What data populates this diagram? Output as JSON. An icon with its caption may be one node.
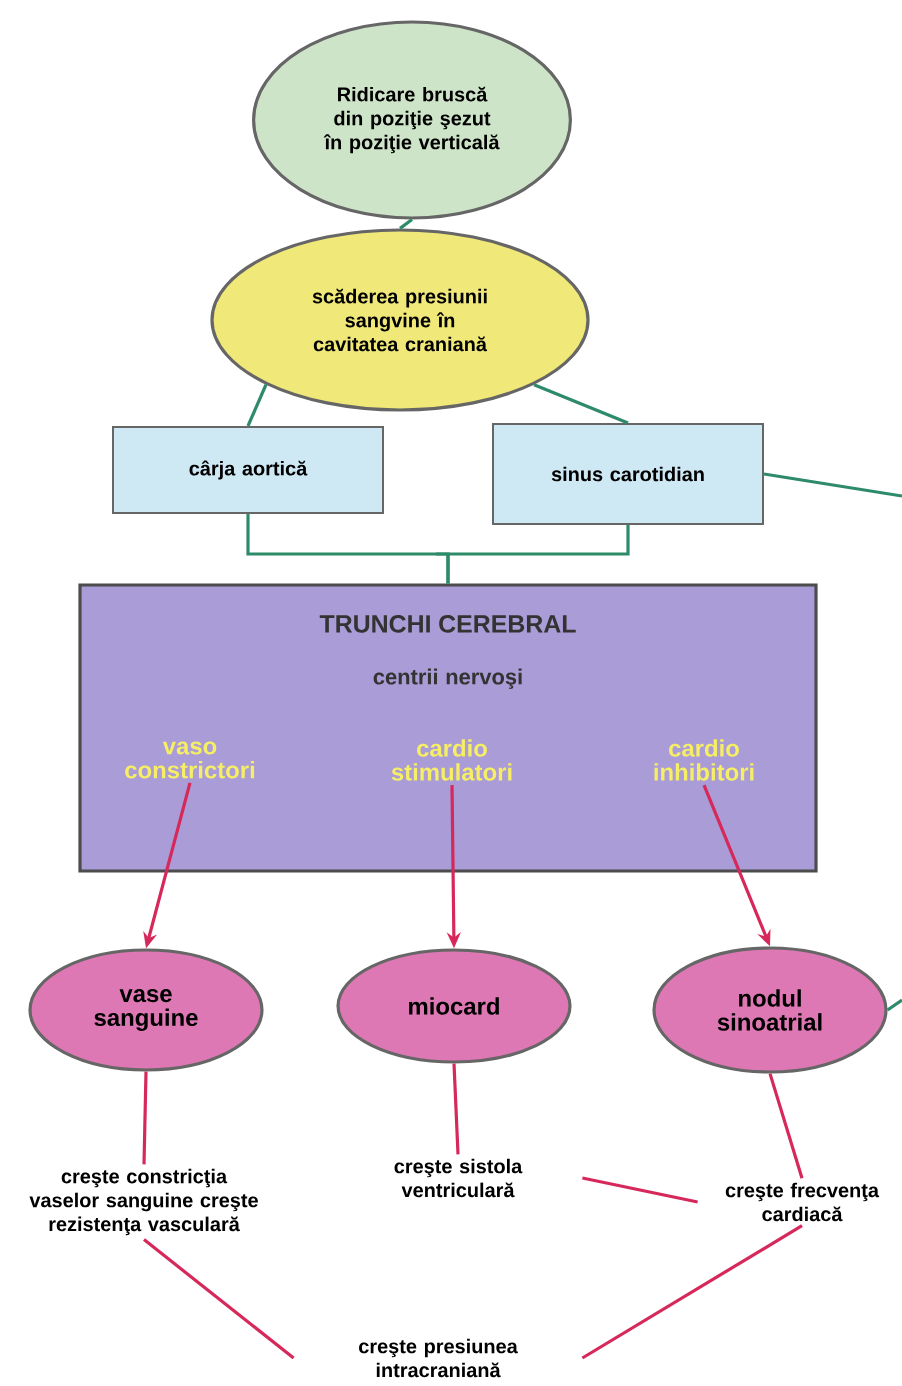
{
  "diagram": {
    "nodes": [
      {
        "text": [
          "Ridicare bruscă din poziţie şezut în poziţie verticală"
        ]
      },
      {
        "text": [
          "scăderea presiunii sangvine în cavitatea craniană"
        ]
      },
      {
        "text": [
          "cârja aortică"
        ]
      },
      {
        "text": [
          "sinus carotidian"
        ]
      },
      {
        "text": [
          "TRUNCHI CEREBRAL",
          "centrii nervoşi"
        ]
      },
      {
        "text": [
          "vaso constrictori"
        ],
        "in": 4
      },
      {
        "text": [
          "cardio stimulatori"
        ],
        "in": 4
      },
      {
        "text": [
          "cardio inhibitori"
        ],
        "in": 4
      },
      {
        "text": [
          "vase sanguine"
        ]
      },
      {
        "text": [
          "miocard"
        ]
      },
      {
        "text": [
          "nodul sinoatrial"
        ]
      },
      {
        "text": [
          "creşte constricţia vaselor sanguine creşte rezistenţa vasculară"
        ]
      },
      {
        "text": [
          "creşte sistola ventriculară"
        ]
      },
      {
        "text": [
          "creşte frecvenţa cardiacă"
        ]
      },
      {
        "text": [
          "creşte presiunea intracraniană"
        ]
      }
    ],
    "edges": [
      {
        "from": 0,
        "to": 1,
        "arrow": "none",
        "color": "#2e8b6a"
      },
      {
        "from": 1,
        "to": 2,
        "arrow": "none",
        "color": "#2e8b6a"
      },
      {
        "from": 1,
        "to": 3,
        "arrow": "none",
        "color": "#2e8b6a"
      },
      {
        "from": 2,
        "to": 4,
        "arrow": "none",
        "color": "#2e8b6a"
      },
      {
        "from": 3,
        "to": 4,
        "arrow": "none",
        "color": "#2e8b6a"
      },
      {
        "from": 3,
        "to": null,
        "arrow": "none",
        "color": "#2e8b6a"
      },
      {
        "from": 10,
        "to": null,
        "arrow": "none",
        "color": "#2e8b6a"
      },
      {
        "from": 5,
        "to": 8,
        "arrow": "to"
      },
      {
        "from": 6,
        "to": 9,
        "arrow": "to"
      },
      {
        "from": 7,
        "to": 10,
        "arrow": "to"
      },
      {
        "from": 8,
        "to": 11,
        "arrow": "none"
      },
      {
        "from": 9,
        "to": 12,
        "arrow": "none"
      },
      {
        "from": 10,
        "to": 13,
        "arrow": "none"
      },
      {
        "from": 13,
        "to": 12,
        "arrow": "none"
      },
      {
        "from": 11,
        "to": 14,
        "arrow": "none"
      },
      {
        "from": 13,
        "to": 14,
        "arrow": "none"
      }
    ]
  }
}
